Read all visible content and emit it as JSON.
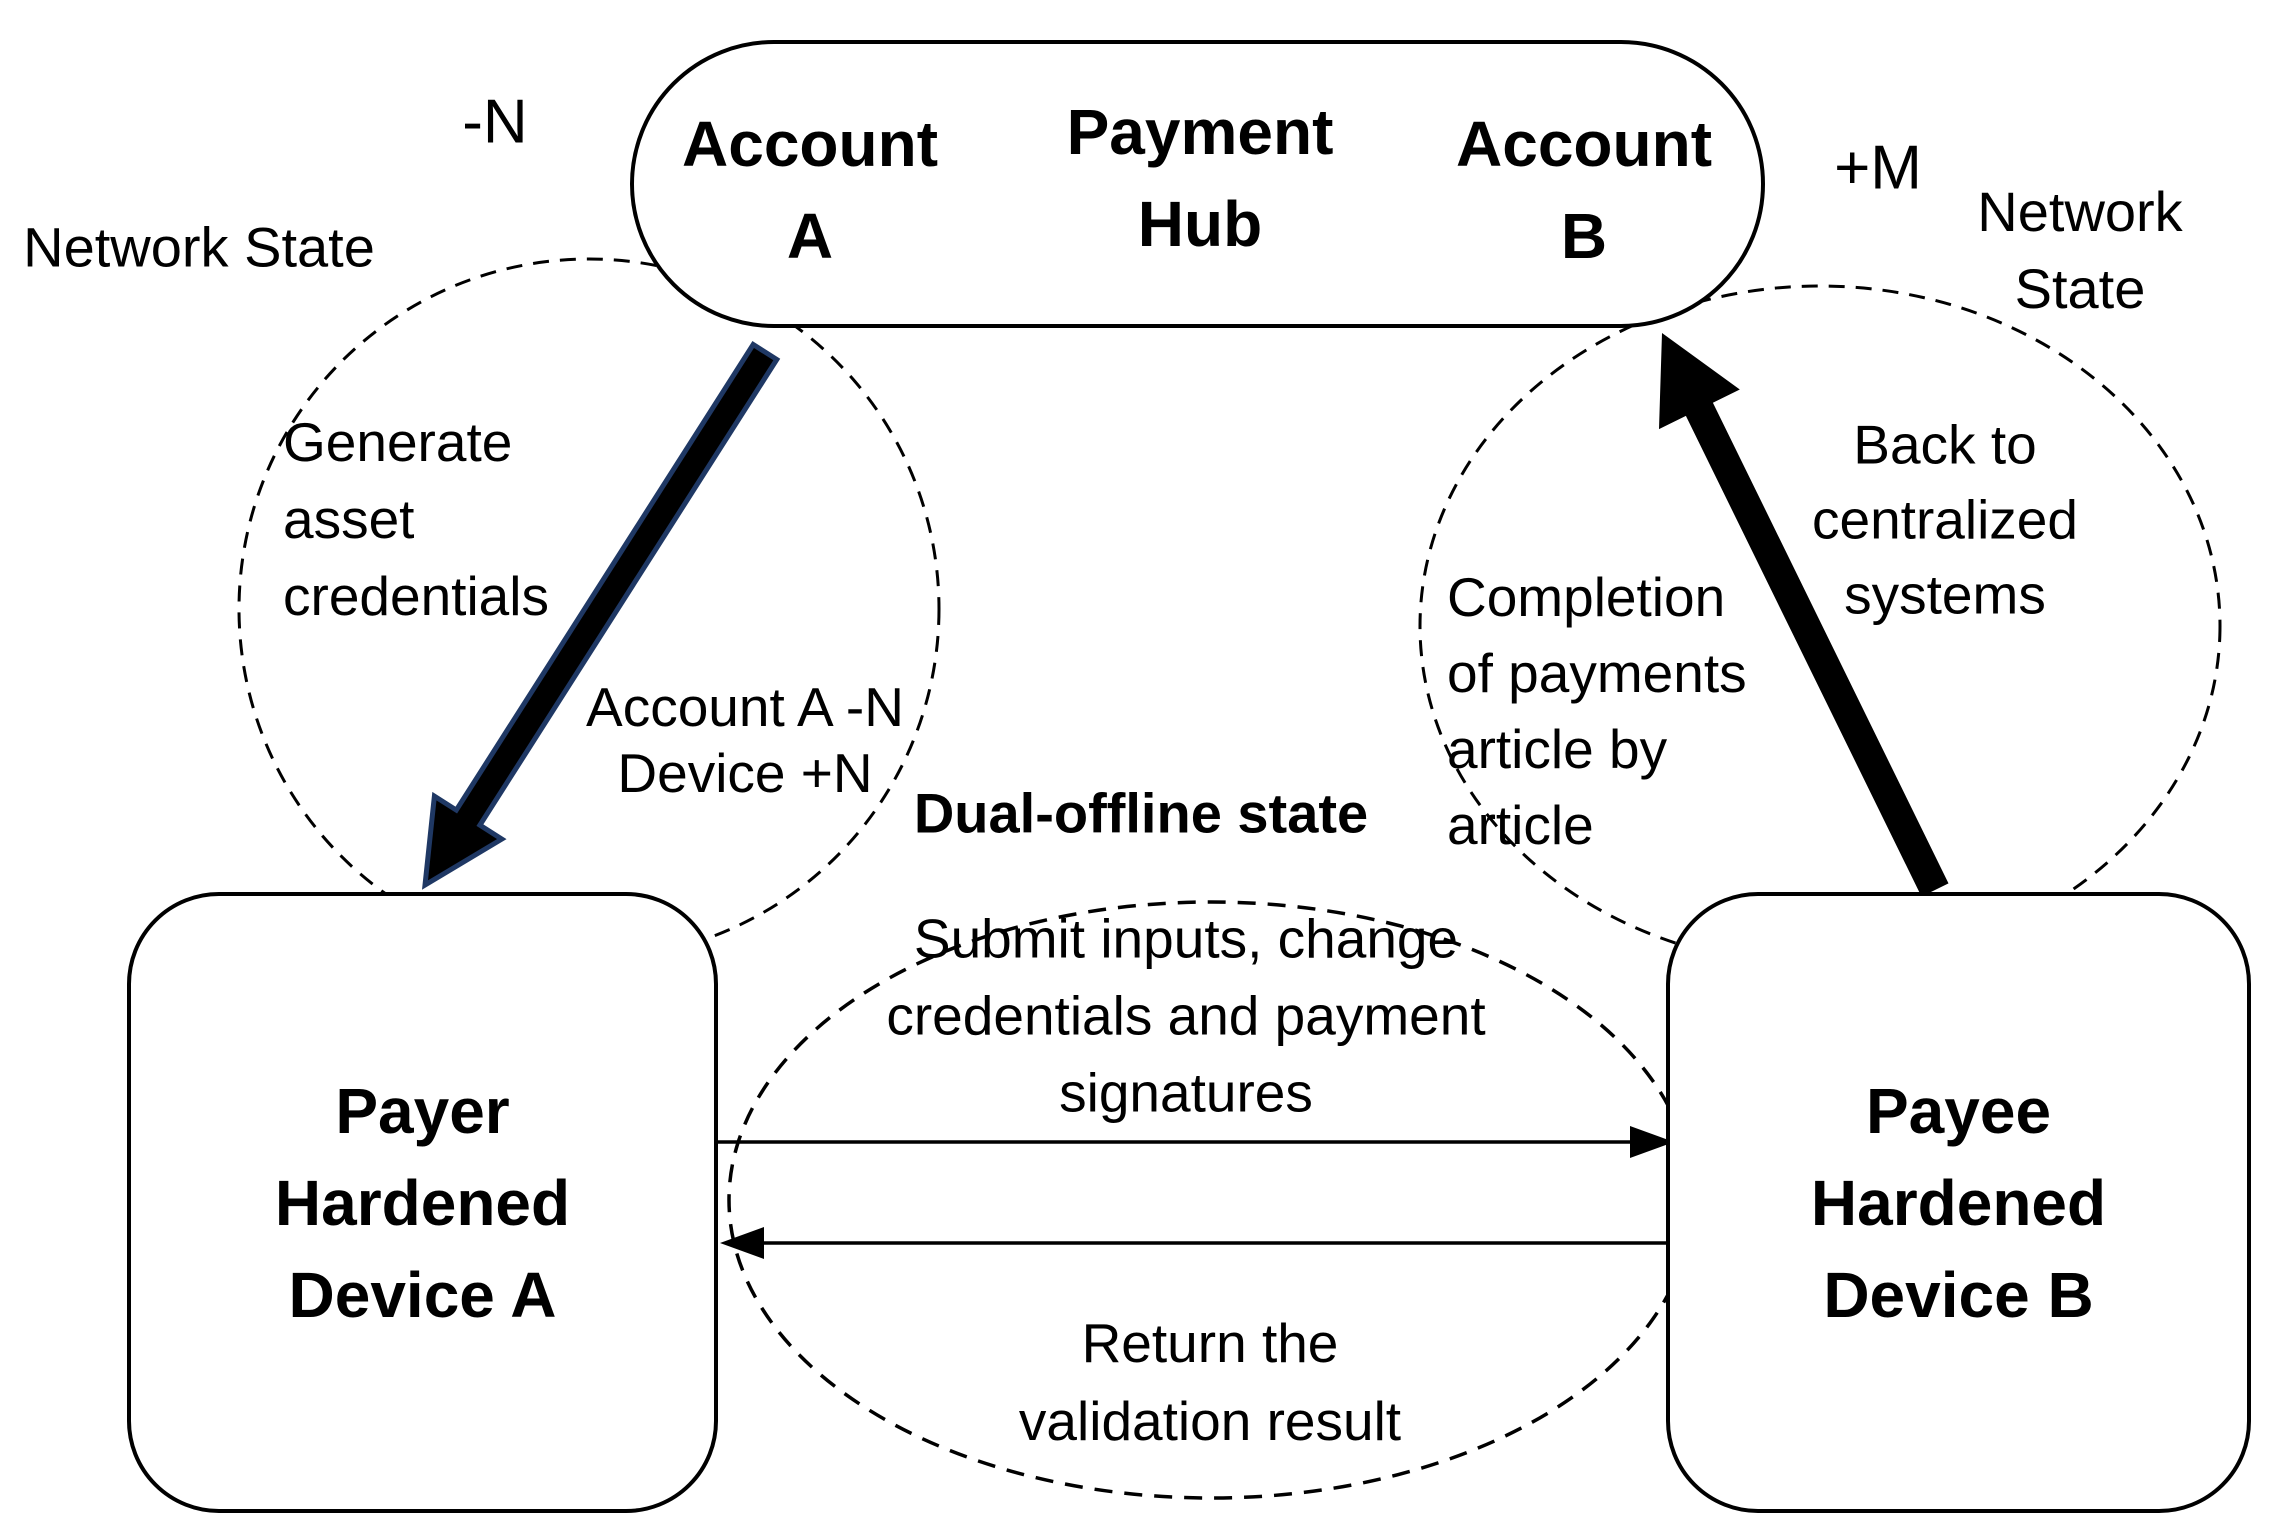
{
  "hub": {
    "account_a": "Account\nA",
    "payment_hub": "Payment\nHub",
    "account_b": "Account\nB"
  },
  "devices": {
    "payer": "Payer\nHardened\nDevice A",
    "payee": "Payee\nHardened\nDevice B"
  },
  "annotations": {
    "minus_n": "-N",
    "plus_m": "+M",
    "network_state_left": "Network State",
    "network_state_right": "Network State",
    "generate_credentials": "Generate\nasset\ncredentials",
    "account_delta": "Account A -N\nDevice +N",
    "dual_offline": "Dual-offline state",
    "submit": "Submit inputs, change\ncredentials and payment\nsignatures",
    "return_result": "Return the\nvalidation result",
    "completion": "Completion\nof payments\narticle by\narticle",
    "back_to": "Back to\ncentralized\nsystems"
  },
  "colors": {
    "ink": "#000000",
    "background": "#ffffff",
    "thick_arrow_fill": "#000000",
    "thick_arrow_outline": "#1f3864"
  }
}
